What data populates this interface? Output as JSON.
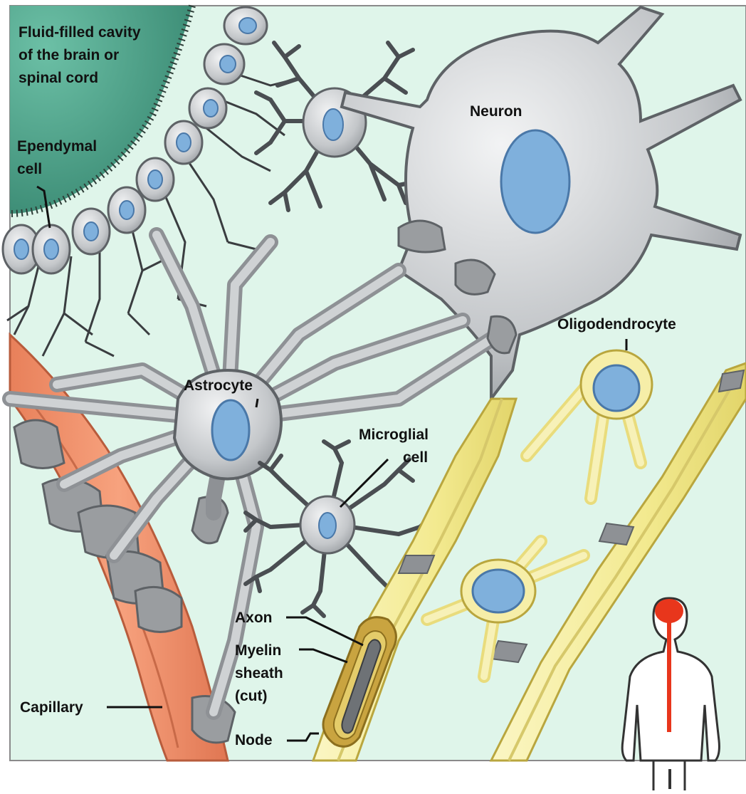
{
  "diagram": {
    "labels": {
      "cavity_line1": "Fluid-filled cavity",
      "cavity_line2": "of the brain or",
      "cavity_line3": "spinal cord",
      "ependymal_line1": "Ependymal",
      "ependymal_line2": "cell",
      "neuron": "Neuron",
      "oligodendrocyte": "Oligodendrocyte",
      "astrocyte": "Astrocyte",
      "microglial_line1": "Microglial",
      "microglial_line2": "cell",
      "axon": "Axon",
      "myelin_line1": "Myelin",
      "myelin_line2": "sheath",
      "myelin_line3": "(cut)",
      "node": "Node",
      "capillary": "Capillary"
    },
    "colors": {
      "background": "#dff5ea",
      "cavity": "#5fae97",
      "cell_body": "#c9cbcd",
      "cell_outline": "#6e7276",
      "nucleus": "#7fb0dc",
      "myelin": "#f5ee9a",
      "capillary": "#f0926a",
      "inset_cns": "#e8361c"
    },
    "icons": [
      "human-silhouette-icon",
      "brain-spinal-cord-icon"
    ]
  }
}
